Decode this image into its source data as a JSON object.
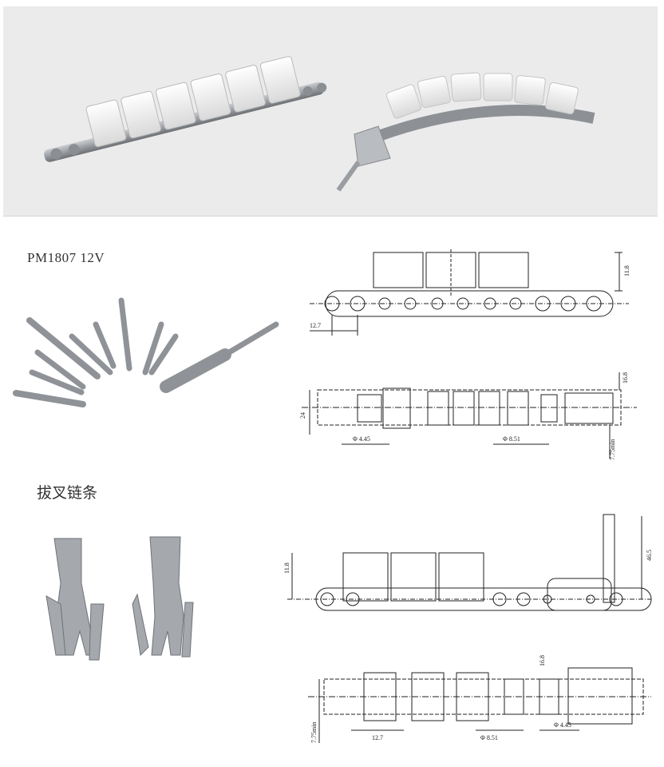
{
  "product": {
    "model": "PM1807 12V",
    "section_title": "拔叉链条"
  },
  "drawing1_side": {
    "pitch": "12.7",
    "height": "11.8"
  },
  "drawing1_top": {
    "width": "24",
    "thickness": "16.8",
    "pin_dia": "Φ 4.45",
    "roller_dia": "Φ 8.51",
    "min_gap": "7.75min"
  },
  "drawing2_side": {
    "height": "11.8",
    "fork_height": "46.5"
  },
  "drawing2_top": {
    "thickness": "16.8",
    "min_gap": "7.75min",
    "pitch": "12.7",
    "roller_dia": "Φ 8.51",
    "pin_dia": "Φ 4.45"
  },
  "colors": {
    "photo_bg": "#ebebeb",
    "steel": "#9a9ea3",
    "white_top": "#f5f5f5",
    "line": "#222222"
  }
}
